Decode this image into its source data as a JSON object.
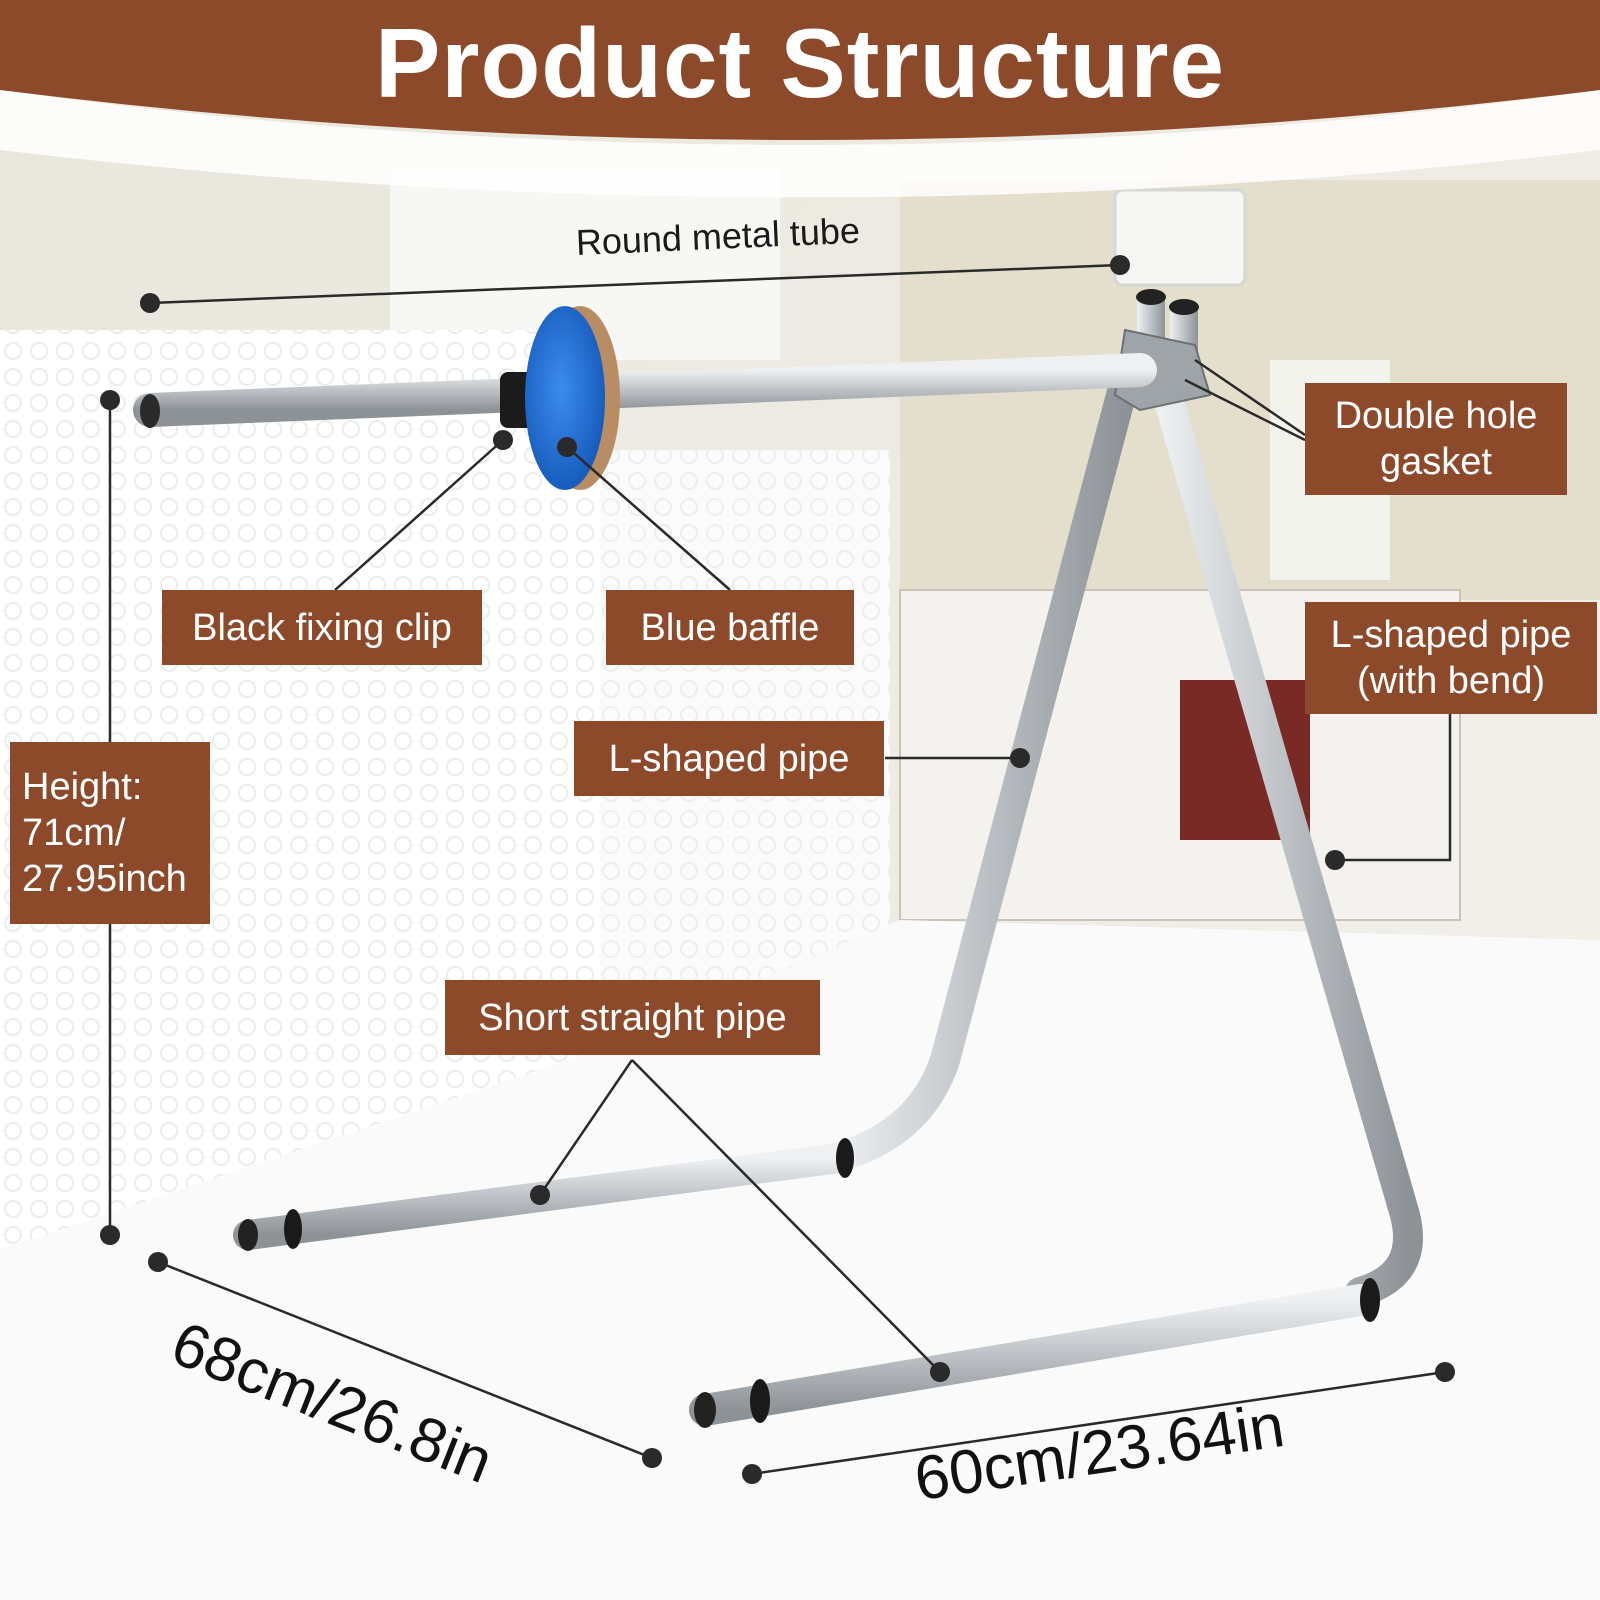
{
  "header": {
    "title": "Product Structure"
  },
  "labels": {
    "round_metal_tube": "Round metal tube",
    "double_hole_gasket": "Double hole gasket",
    "black_fixing_clip": "Black fixing clip",
    "blue_baffle": "Blue baffle",
    "l_shaped_pipe_bend": "L-shaped pipe (with bend)",
    "l_shaped_pipe": "L-shaped pipe",
    "height": "Height: 71cm/ 27.95inch",
    "short_straight_pipe": "Short straight pipe"
  },
  "dimensions": {
    "depth": "68cm/26.8in",
    "width": "60cm/23.64in"
  },
  "colors": {
    "banner": "#8c4a2b",
    "label_bg": "#8c4a2b",
    "baffle_blue": "#1e6fd6",
    "metal": "#b8bcc0"
  }
}
